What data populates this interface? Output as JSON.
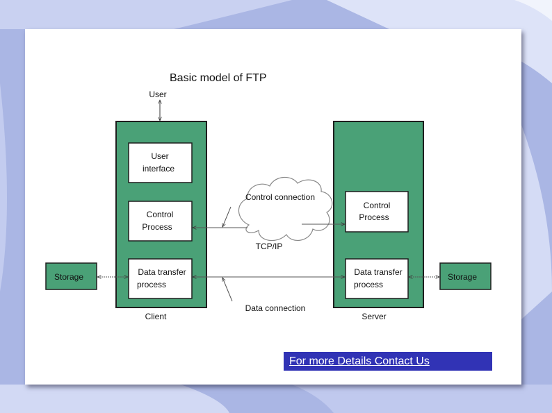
{
  "slide": {
    "title": "Basic model of FTP",
    "contact_link": "For more Details Contact Us"
  },
  "diagram": {
    "user": "User",
    "client_label": "Client",
    "server_label": "Server",
    "client_ui_line1": "User",
    "client_ui_line2": "interface",
    "client_cp_line1": "Control",
    "client_cp_line2": "Process",
    "client_dtp_line1": "Data transfer",
    "client_dtp_line2": "process",
    "server_cp_line1": "Control",
    "server_cp_line2": "Process",
    "server_dtp_line1": "Data transfer",
    "server_dtp_line2": "process",
    "storage_left": "Storage",
    "storage_right": "Storage",
    "network": "TCP/IP",
    "control_connection": "Control connection",
    "data_connection": "Data connection"
  },
  "colors": {
    "green": "#4aa177",
    "slide_bg": "#ffffff",
    "contact_bg": "#3133b5"
  }
}
